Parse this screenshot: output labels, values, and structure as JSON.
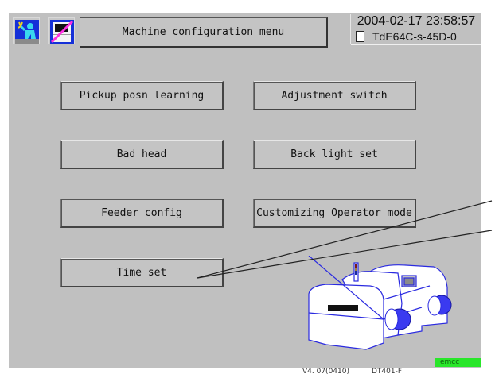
{
  "header": {
    "title": "Machine configuration menu",
    "datetime": "2004-02-17  23:58:57",
    "file_name": "TdE64C-s-45D-0",
    "icons": [
      {
        "name": "operator-maintenance-icon"
      },
      {
        "name": "machine-display-off-icon"
      }
    ]
  },
  "menu": {
    "buttons": [
      {
        "label": "Pickup posn learning"
      },
      {
        "label": "Adjustment switch"
      },
      {
        "label": "Bad head"
      },
      {
        "label": "Back light set"
      },
      {
        "label": "Feeder config"
      },
      {
        "label": "Customizing Operator mode"
      },
      {
        "label": "Time set"
      }
    ]
  },
  "footer": {
    "version": "V4. 07(0410)",
    "model": "DT401-F",
    "status": "emcc",
    "status_color": "#29e62a"
  },
  "colors": {
    "screen_bg": "#c0c0c0",
    "machine_outline": "#2a2ae0"
  }
}
